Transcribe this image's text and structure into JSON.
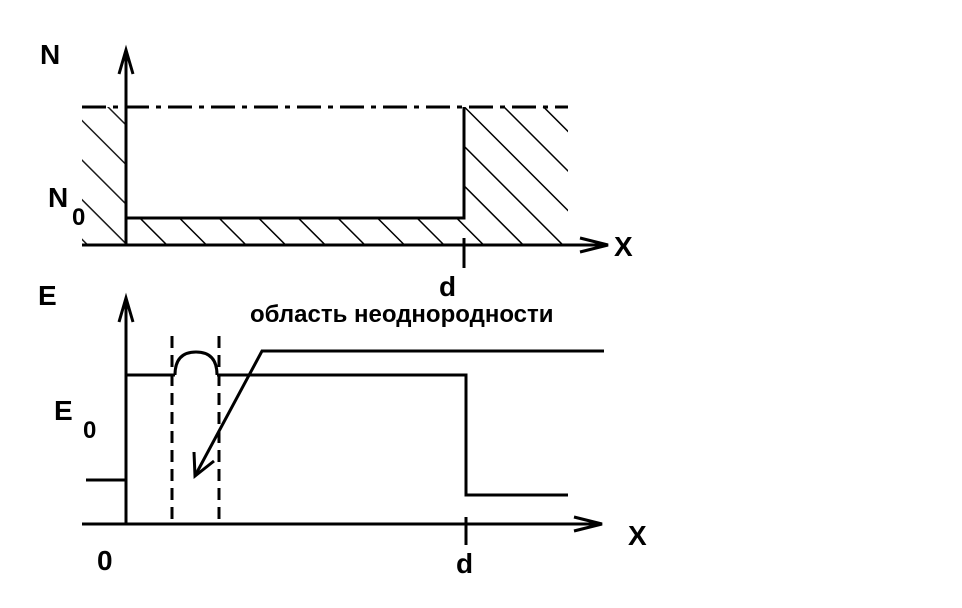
{
  "top_diagram": {
    "y_axis_label": "N",
    "level_label": "N",
    "level_subscript": "0",
    "x_axis_label": "X",
    "d_label": "d"
  },
  "bottom_diagram": {
    "y_axis_label": "E",
    "level_label": "E",
    "level_subscript": "0",
    "x_axis_label": "X",
    "origin_label": "0",
    "d_label": "d",
    "annotation": "область неоднородности"
  }
}
